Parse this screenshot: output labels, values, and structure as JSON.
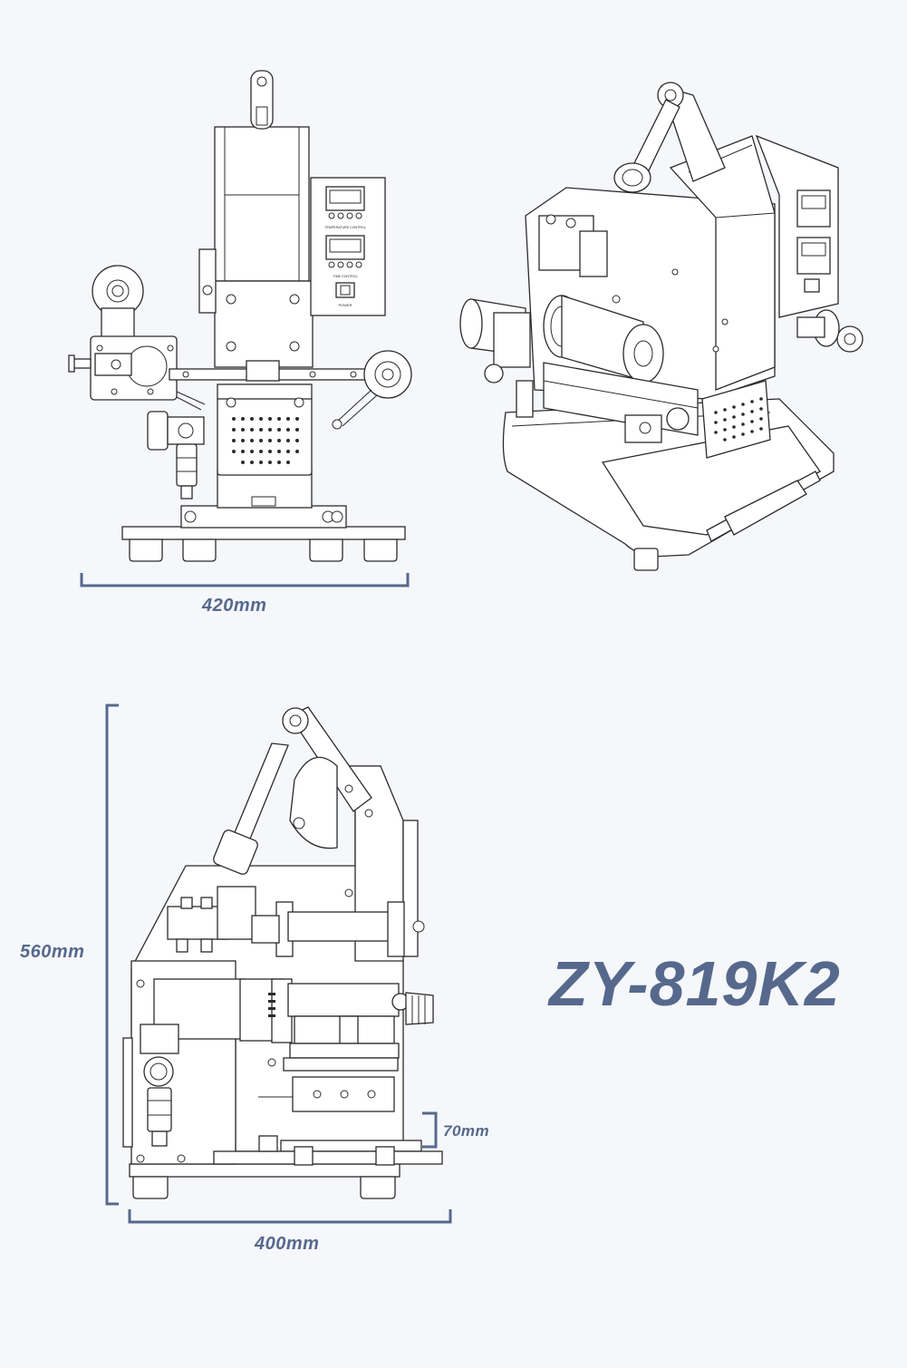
{
  "model_name": "ZY-819K2",
  "dimensions": {
    "front_width": "420mm",
    "height": "560mm",
    "side_depth": "400mm",
    "stroke": "70mm"
  },
  "colors": {
    "background": "#f5f7fa",
    "accent": "#56698d",
    "line": "#2b2b2b",
    "fill": "#ffffff"
  },
  "panel_text": {
    "temp_title": "TEMPERATURE CONTROL",
    "time_title": "TIME CONTROL",
    "power": "POWER"
  }
}
